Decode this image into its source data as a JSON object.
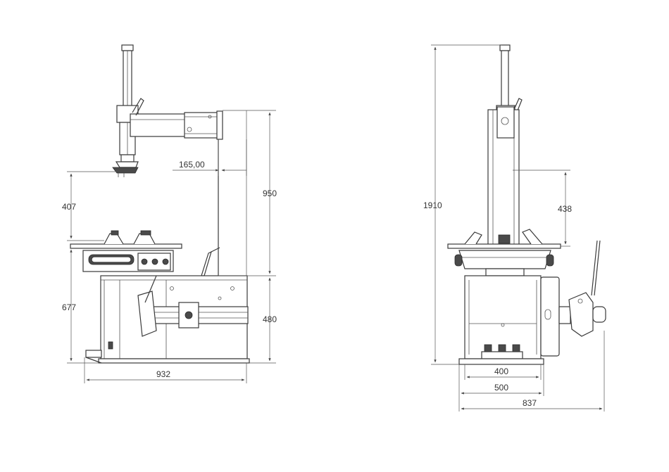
{
  "colors": {
    "line": "#3a3a3a",
    "dim": "#555555",
    "background": "#ffffff"
  },
  "side_view": {
    "dim_arm_offset": "165,00",
    "dim_total_height": "950",
    "dim_head_to_table": "407",
    "dim_table_height": "677",
    "dim_cabinet_height": "480",
    "dim_width": "932"
  },
  "front_view": {
    "dim_total_height": "1910",
    "dim_head_to_table": "438",
    "dim_base_inner": "400",
    "dim_base_outer": "500",
    "dim_overall_width": "837"
  }
}
